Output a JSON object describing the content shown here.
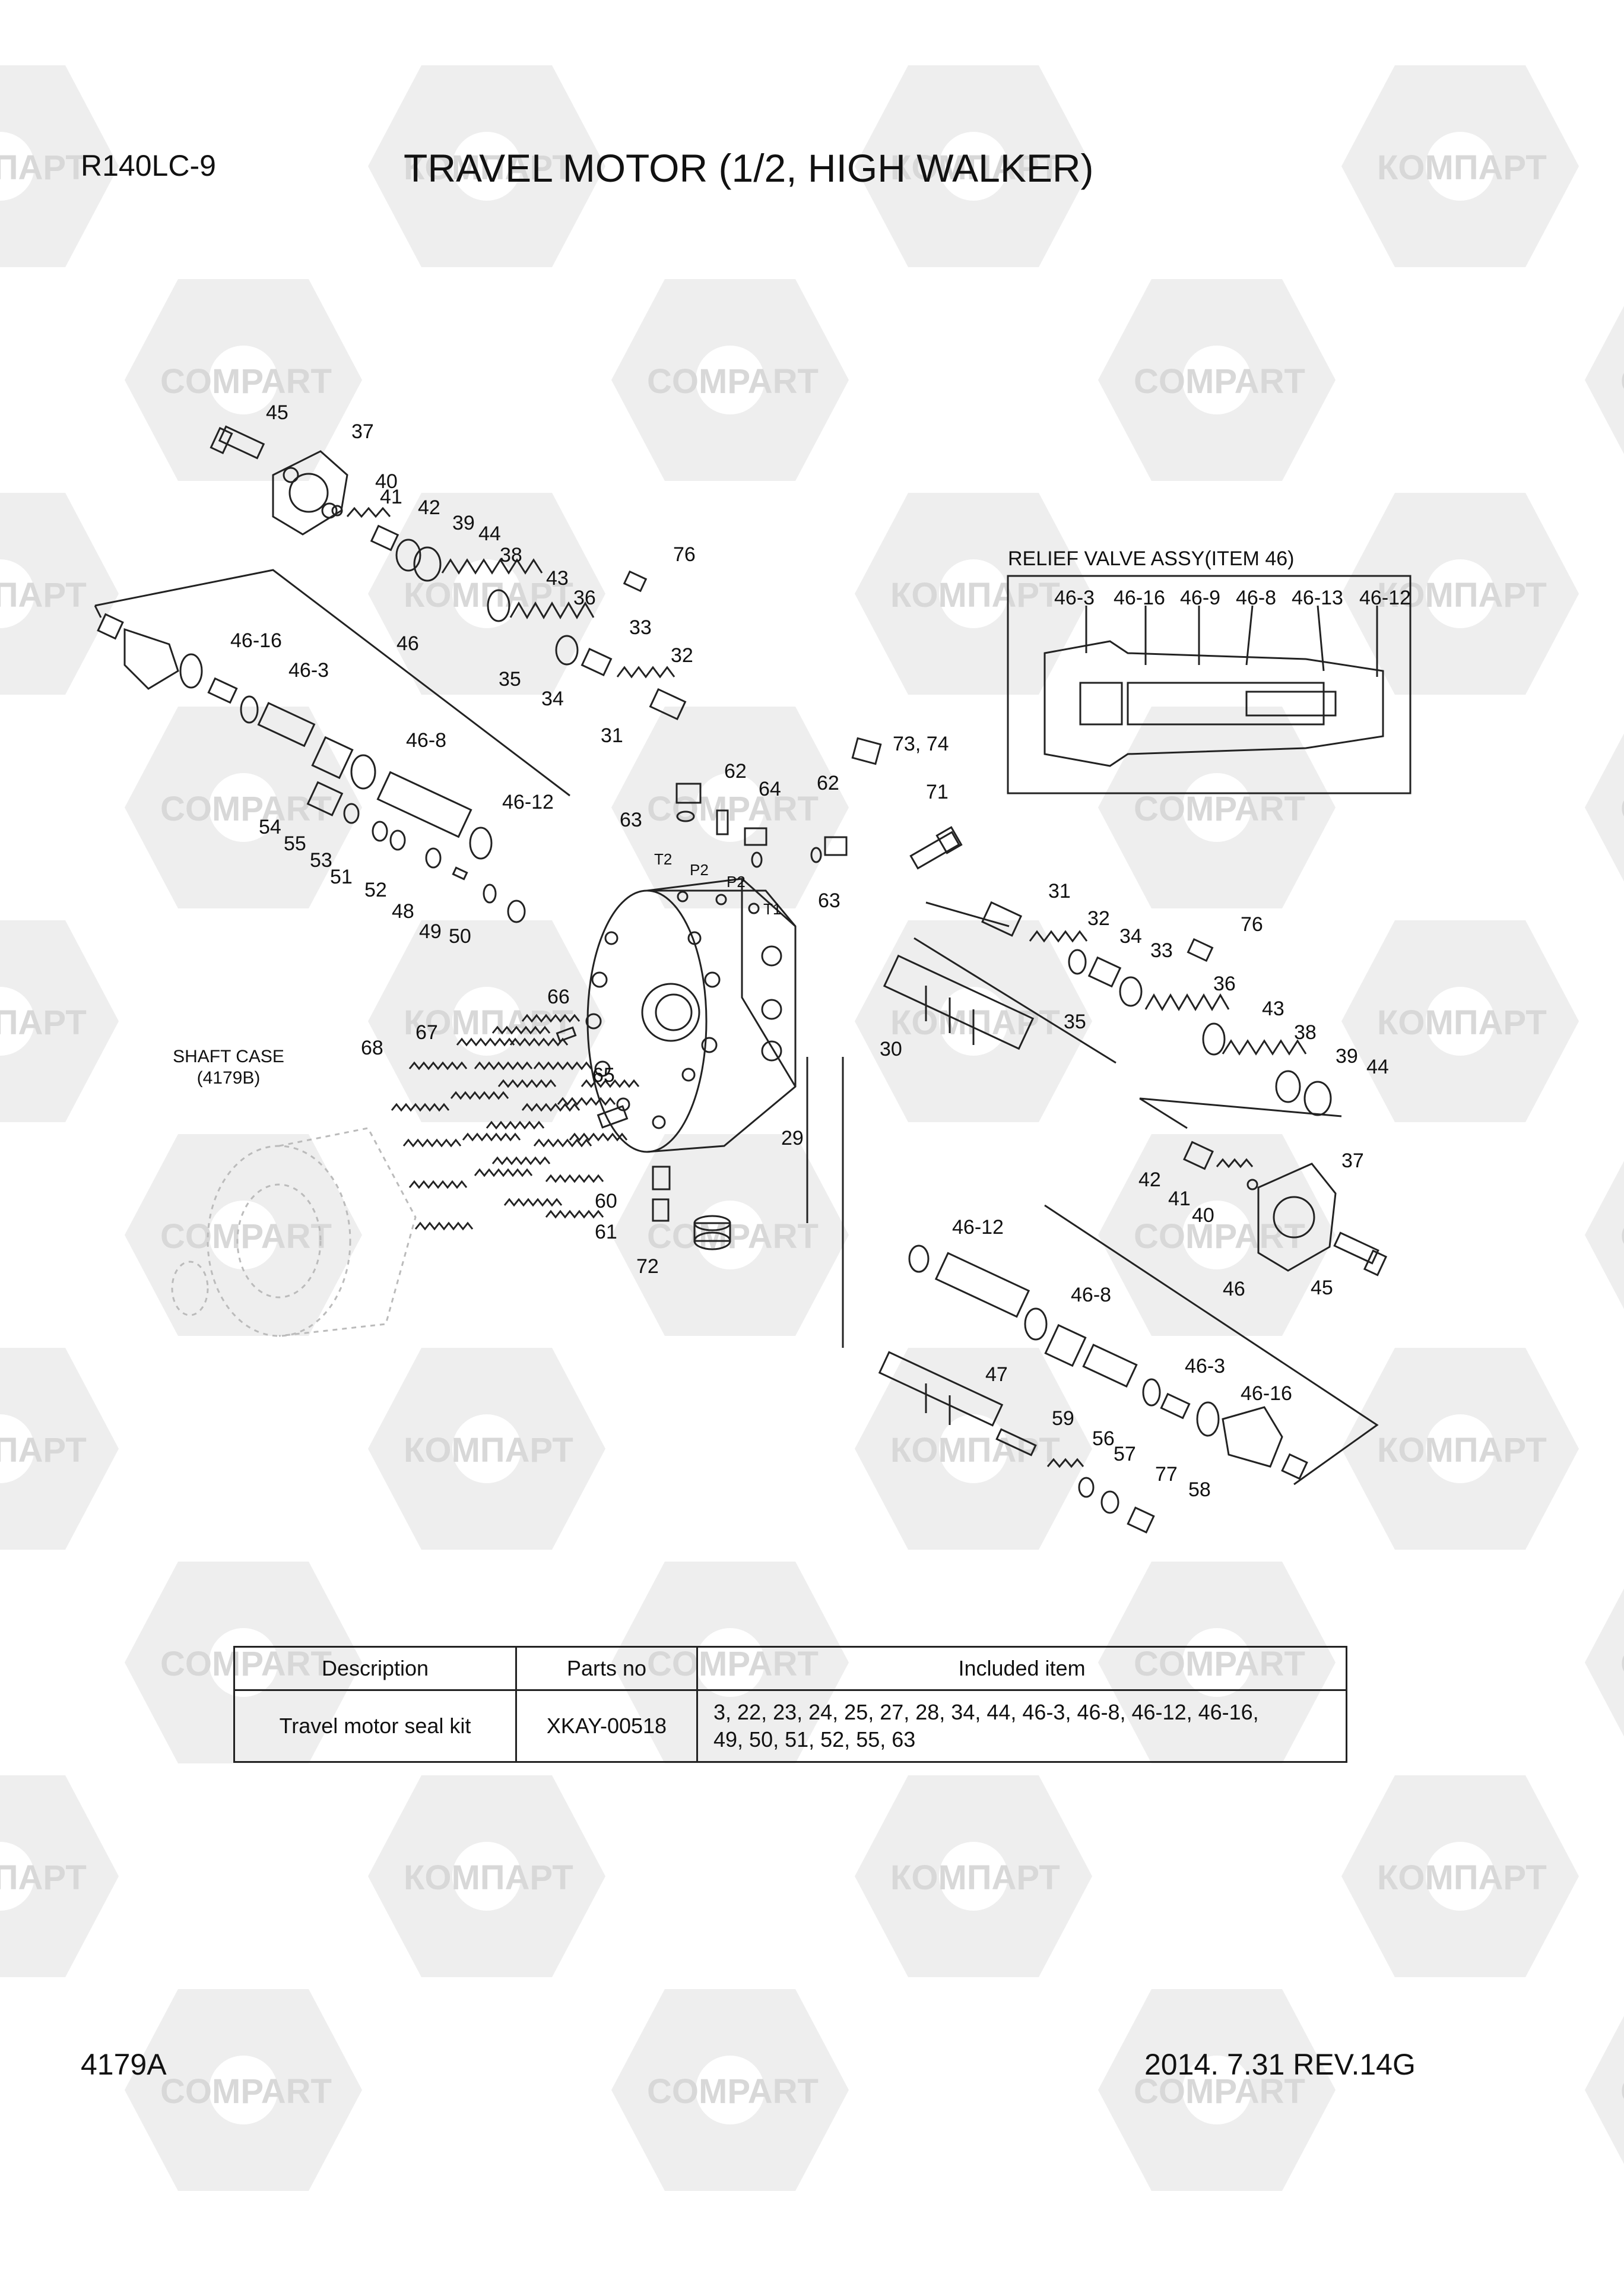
{
  "header": {
    "model": "R140LC-9",
    "title": "TRAVEL MOTOR (1/2, HIGH WALKER)"
  },
  "footer": {
    "code": "4179A",
    "revision": "2014. 7.31  REV.14G"
  },
  "watermark": {
    "texts": [
      "КОМПАРТ",
      "COMPART"
    ],
    "color": "#d8d8d8"
  },
  "relief_valve": {
    "title": "RELIEF VALVE ASSY(ITEM 46)",
    "labels": [
      "46-3",
      "46-16",
      "46-9",
      "46-8",
      "46-13",
      "46-12"
    ]
  },
  "shaft_case": {
    "line1": "SHAFT CASE",
    "line2": "(4179B)"
  },
  "ports": [
    "T2",
    "P2",
    "P2",
    "T1"
  ],
  "callouts": [
    "45",
    "37",
    "40",
    "41",
    "42",
    "39",
    "44",
    "38",
    "43",
    "36",
    "76",
    "33",
    "32",
    "35",
    "34",
    "31",
    "46-16",
    "46",
    "46-3",
    "46-8",
    "46-12",
    "54",
    "55",
    "53",
    "51",
    "52",
    "48",
    "49",
    "50",
    "62",
    "64",
    "63",
    "62",
    "63",
    "73, 74",
    "71",
    "31",
    "32",
    "34",
    "33",
    "76",
    "36",
    "35",
    "43",
    "38",
    "39",
    "44",
    "30",
    "66",
    "68",
    "67",
    "65",
    "29",
    "60",
    "61",
    "72",
    "42",
    "41",
    "40",
    "37",
    "45",
    "46-12",
    "46-8",
    "46",
    "46-3",
    "46-16",
    "47",
    "59",
    "56",
    "57",
    "77",
    "58"
  ],
  "kit_table": {
    "headers": [
      "Description",
      "Parts no",
      "Included item"
    ],
    "rows": [
      {
        "description": "Travel motor seal kit",
        "parts_no": "XKAY-00518",
        "included_line1": "3, 22, 23, 24, 25, 27, 28, 34, 44, 46-3, 46-8, 46-12, 46-16,",
        "included_line2": "49, 50, 51, 52, 55, 63"
      }
    ]
  }
}
